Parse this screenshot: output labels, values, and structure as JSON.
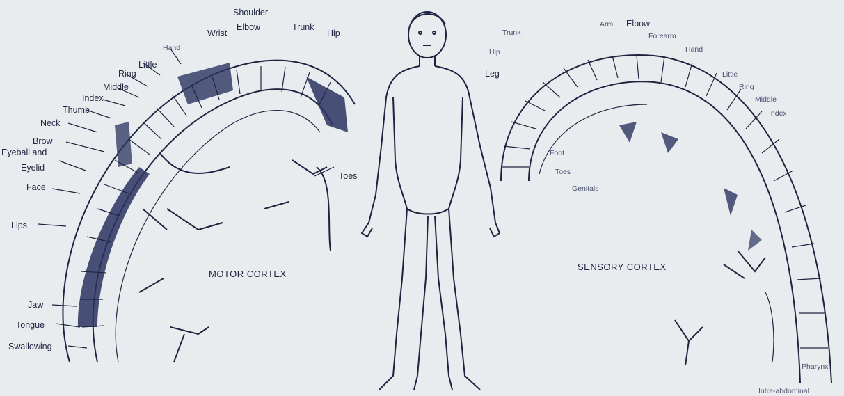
{
  "motor_cortex": {
    "title": "MOTOR CORTEX",
    "labels": [
      "Shoulder",
      "Elbow",
      "Trunk",
      "Hip",
      "Wrist",
      "Hand",
      "Little",
      "Ring",
      "Middle",
      "Index",
      "Thumb",
      "Neck",
      "Brow",
      "Eyeball and",
      "Eyelid",
      "Face",
      "Lips",
      "Jaw",
      "Tongue",
      "Swallowing",
      "Toes"
    ]
  },
  "sensory_cortex": {
    "title": "SENSORY CORTEX",
    "labels": [
      "Trunk",
      "Hip",
      "Leg",
      "Arm",
      "Elbow",
      "Forearm",
      "Hand",
      "Little",
      "Ring",
      "Middle",
      "Index"
    ],
    "faint_labels": [
      "Foot",
      "Toes",
      "Genitals",
      "Intra-abdominal",
      "Pharynx"
    ]
  },
  "figure": {
    "description_icon": "human-figure"
  },
  "colors": {
    "ink": "#1e2440",
    "paper": "#e9ecef"
  }
}
